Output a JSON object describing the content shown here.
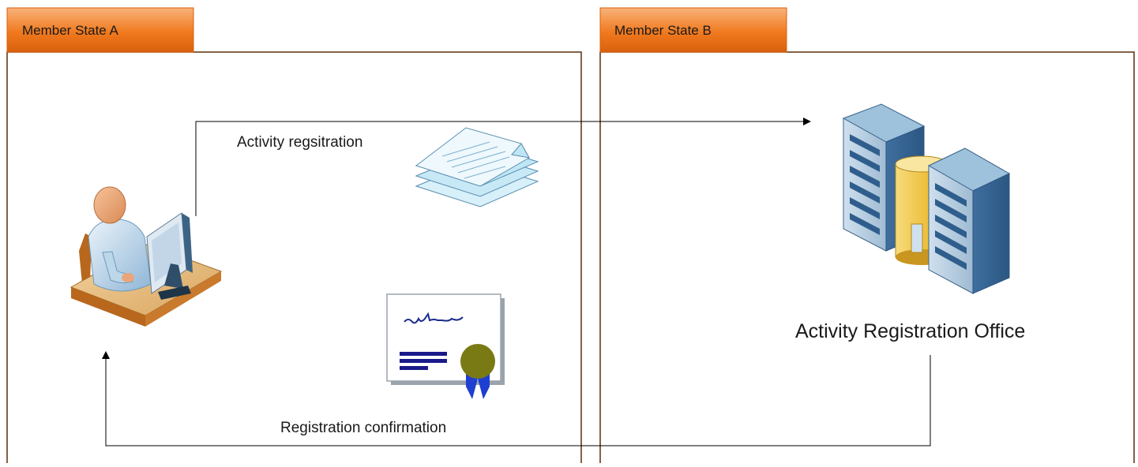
{
  "regions": {
    "state_a": {
      "label": "Member State A"
    },
    "state_b": {
      "label": "Member State B"
    }
  },
  "flows": {
    "registration": {
      "label": "Activity regsitration"
    },
    "confirmation": {
      "label": "Registration confirmation"
    }
  },
  "office": {
    "label": "Activity Registration Office"
  },
  "colors": {
    "tab_orange": "#f07a1f",
    "tab_orange_light": "#f7a15a",
    "frame_border": "#5a2d0c",
    "server_blue": "#4a7fb0",
    "database_yellow": "#f2c84b",
    "document_blue": "#bfe6f5",
    "seal_olive": "#7a7a14",
    "ribbon_blue": "#1f3fd1"
  },
  "icons": {
    "user": "user-at-computer-icon",
    "documents": "document-stack-icon",
    "certificate": "certificate-icon",
    "servers": "server-database-icon"
  }
}
